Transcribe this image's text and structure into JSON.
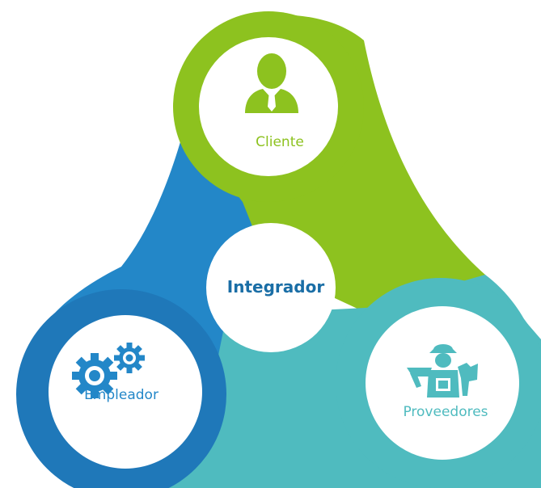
{
  "diagram": {
    "center": {
      "label": "Integrador",
      "color": "#1a6ea6"
    },
    "nodes": [
      {
        "id": "cliente",
        "label": "Cliente",
        "color": "#8dc21f",
        "icon": "person-icon"
      },
      {
        "id": "empleador",
        "label": "Empleador",
        "color": "#2387c8",
        "icon": "gears-icon"
      },
      {
        "id": "proveedores",
        "label": "Proveedores",
        "color": "#4fbbbf",
        "icon": "vendor-icon"
      }
    ],
    "colors": {
      "green": "#8dc21f",
      "blue": "#2387c8",
      "teal": "#4fbbbf",
      "dark_blue": "#1f78b9",
      "background": "#ffffff"
    }
  }
}
